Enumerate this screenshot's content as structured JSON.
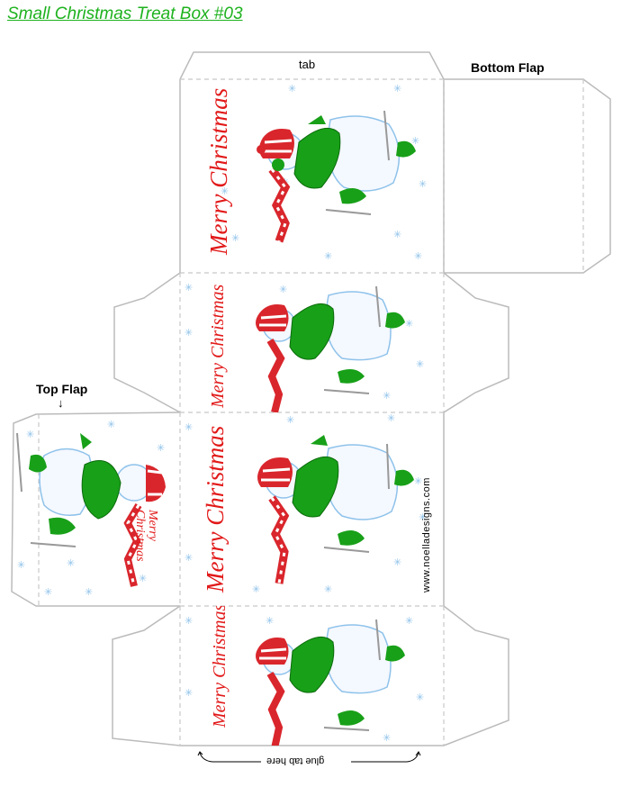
{
  "title": "Small Christmas Treat Box #03",
  "labels": {
    "tab": "tab",
    "bottom_flap": "Bottom Flap",
    "top_flap": "Top Flap",
    "top_flap_arrow": "↓",
    "website": "www.noelladesigns.com",
    "glue_tab": "glue tab here"
  },
  "panels": [
    {
      "greeting": "Merry Christmas"
    },
    {
      "greeting": "Merry Christmas"
    },
    {
      "greeting": "Merry Christmas"
    },
    {
      "greeting": "Merry Christmas"
    },
    {
      "greeting": [
        "Merry",
        "Christmas"
      ]
    }
  ],
  "colors": {
    "title_green": "#1db21d",
    "greeting_red": "#e21818",
    "outline_gray": "#bbbbbb",
    "dash_gray": "#c8c8c8",
    "snowflake_blue": "#8ec2ea",
    "holly_green": "#18a018",
    "scarf_red": "#d9262c"
  },
  "icons": [
    "snowman-skater-icon",
    "snowflake-icon",
    "arrow-down-icon",
    "curved-arrow-icon"
  ]
}
